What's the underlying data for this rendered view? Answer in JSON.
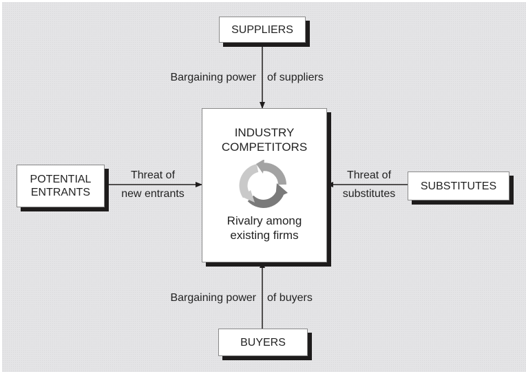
{
  "diagram": {
    "center": {
      "title_line1": "INDUSTRY",
      "title_line2": "COMPETITORS",
      "subtitle_line1": "Rivalry among",
      "subtitle_line2": "existing firms",
      "icon": "cycle-arrows-icon"
    },
    "suppliers": {
      "label": "SUPPLIERS",
      "force_left": "Bargaining power",
      "force_right": "of suppliers"
    },
    "entrants": {
      "line1": "POTENTIAL",
      "line2": "ENTRANTS",
      "force_line1": "Threat of",
      "force_line2": "new entrants"
    },
    "substitutes": {
      "label": "SUBSTITUTES",
      "force_line1": "Threat of",
      "force_line2": "substitutes"
    },
    "buyers": {
      "label": "BUYERS",
      "force_left": "Bargaining power",
      "force_right": "of buyers"
    }
  }
}
